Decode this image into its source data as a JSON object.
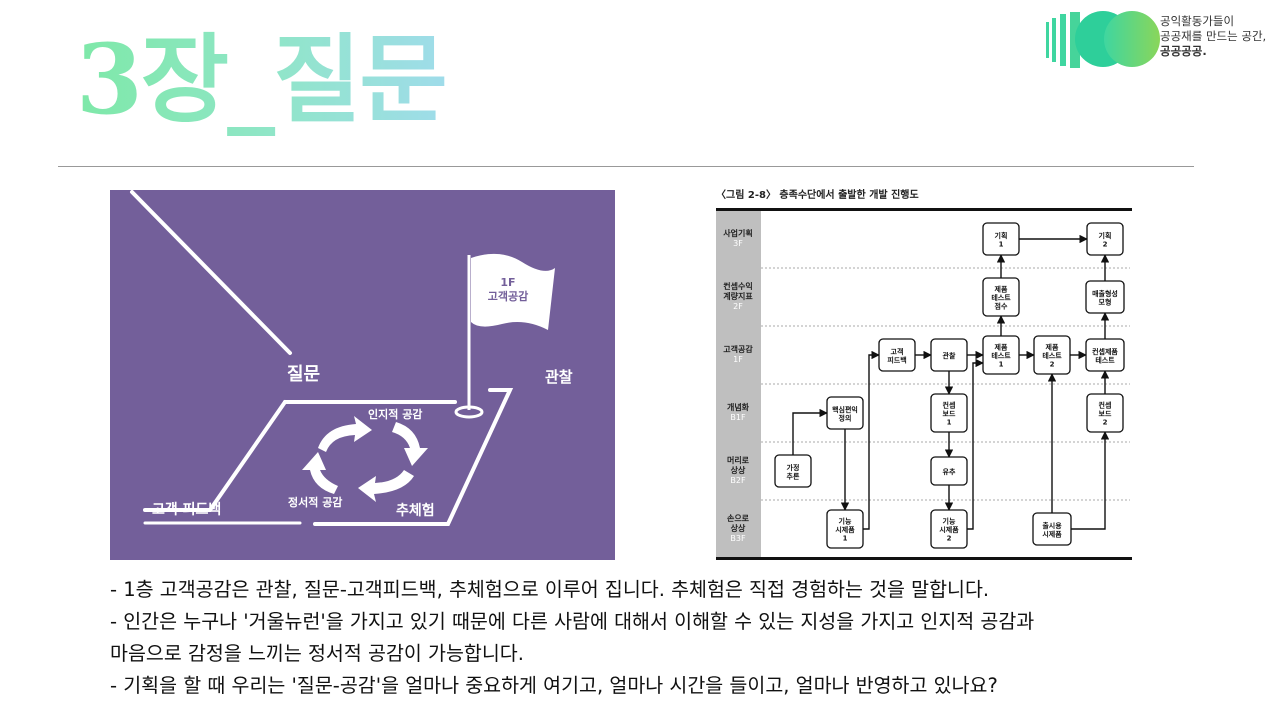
{
  "header": {
    "title": "3장_질문",
    "logo": {
      "line1": "공익활동가들이",
      "line2": "공공재를 만드는 공간,",
      "line3": "공공공공."
    }
  },
  "left_figure": {
    "flag": "1F\n고객공감",
    "question": "질문",
    "observe": "관찰",
    "cognitive": "인지적 공감",
    "emotional": "정서적 공감",
    "feedback": "고객 피드백",
    "experience": "추체험"
  },
  "right_figure": {
    "caption": "〈그림 2-8〉 층족수단에서 출발한 개발 진행도",
    "rows": [
      {
        "label": "사업기획",
        "floor": "3F"
      },
      {
        "label": "컨셉수익\n계량지표",
        "floor": "2F"
      },
      {
        "label": "고객공감",
        "floor": "1F"
      },
      {
        "label": "개념화",
        "floor": "B1F"
      },
      {
        "label": "머리로\n상상",
        "floor": "B2F"
      },
      {
        "label": "손으로\n상상",
        "floor": "B3F"
      }
    ],
    "nodes": {
      "plan1": "기획\n1",
      "plan2": "기획\n2",
      "test_score": "제품\n테스트\n점수",
      "sales": "매출형성\n모형",
      "feedback": "고객\n피드백",
      "observe": "관찰",
      "test1": "제품\n테스트\n1",
      "test2": "제품\n테스트\n2",
      "concept_test": "컨셉제품\n테스트",
      "core_def": "핵심편익\n정의",
      "board1": "컨셉\n보드\n1",
      "board2": "컨셉\n보드\n2",
      "hypothesis": "가정\n추론",
      "infer": "유추",
      "proto1": "기능\n시제품\n1",
      "proto2": "기능\n시제품\n2",
      "release": "출시용\n시제품"
    }
  },
  "bullets": [
    "- 1층 고객공감은 관찰, 질문-고객피드백, 추체험으로 이루어 집니다. 추체험은 직접 경험하는 것을 말합니다.",
    "- 인간은 누구나 '거울뉴런'을 가지고 있기 때문에 다른 사람에 대해서 이해할 수 있는 지성을 가지고 인지적 공감과",
    "마음으로 감정을 느끼는 정서적 공감이 가능합니다.",
    "- 기획을 할 때 우리는 '질문-공감'을 얼마나 중요하게 여기고, 얼마나 시간을 들이고, 얼마나 반영하고 있나요?"
  ],
  "colors": {
    "title_gradient_start": "#7ee8a8",
    "title_gradient_end": "#9fdcea",
    "figure_purple": "#735f9a"
  }
}
